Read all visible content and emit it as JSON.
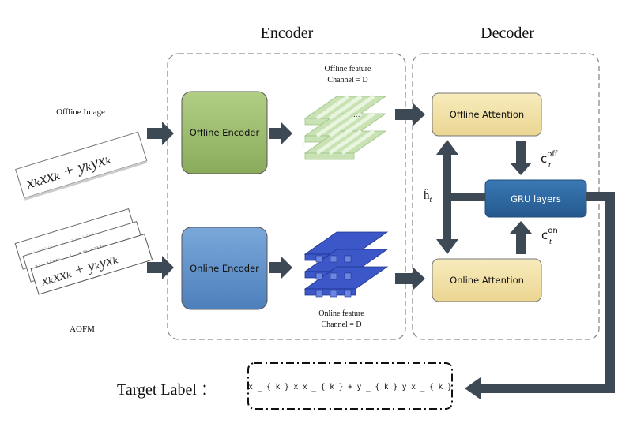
{
  "headers": {
    "encoder": "Encoder",
    "decoder": "Decoder"
  },
  "inputs": {
    "offline_image": "Offline Image",
    "aofm": "AOFM"
  },
  "handwriting": {
    "offline": "xₖxxₖ + yₖyxₖ",
    "online": "xₖxxₖ + yₖyxₖ"
  },
  "encoders": {
    "offline": "Offline Encoder",
    "online": "Online Encoder"
  },
  "features": {
    "offline_line1": "Offline feature",
    "offline_line2": "Channel = D",
    "online_line1": "Online feature",
    "online_line2": "Channel = D",
    "dots": "..."
  },
  "attention": {
    "offline": "Offline Attention",
    "online": "Online Attention"
  },
  "gru": "GRU layers",
  "symbols": {
    "h_hat": "ĥ",
    "h_sub": "t",
    "c_off_base": "c",
    "c_off_sub": "t",
    "c_off_sup": "off",
    "c_on_base": "c",
    "c_on_sub": "t",
    "c_on_sup": "on"
  },
  "target": {
    "label": "Target Label ：",
    "value": "x _ { k } x x _ { k } + y _ { k } y x _ { k }"
  },
  "colors": {
    "offline_encoder": "#9bbb6b",
    "online_encoder": "#5b8fc7",
    "attention": "#f3e3a6",
    "gru": "#2f6aa3",
    "arrow": "#3d4a56",
    "offline_cube": "#c8e2b4",
    "online_cube": "#3b57c8"
  }
}
